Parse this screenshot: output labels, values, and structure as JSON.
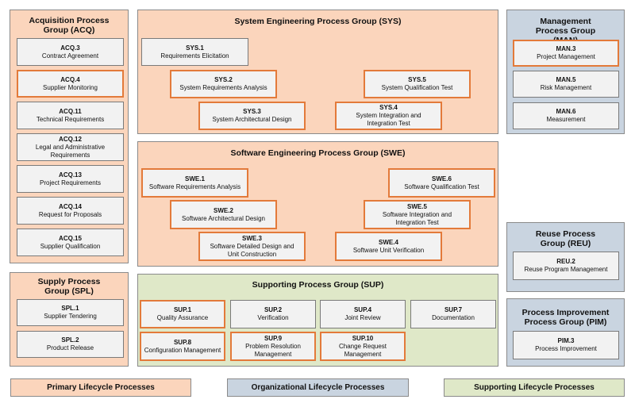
{
  "groups": {
    "acq": {
      "title": "Acquisition Process Group (ACQ)",
      "items": [
        {
          "id": "ACQ.3",
          "name": "Contract Agreement"
        },
        {
          "id": "ACQ.4",
          "name": "Supplier Monitoring"
        },
        {
          "id": "ACQ.11",
          "name": "Technical Requirements"
        },
        {
          "id": "ACQ.12",
          "name": "Legal and Administrative Requirements"
        },
        {
          "id": "ACQ.13",
          "name": "Project Requirements"
        },
        {
          "id": "ACQ.14",
          "name": "Request for Proposals"
        },
        {
          "id": "ACQ.15",
          "name": "Supplier Qualification"
        }
      ]
    },
    "spl": {
      "title": "Supply Process Group (SPL)",
      "items": [
        {
          "id": "SPL.1",
          "name": "Supplier Tendering"
        },
        {
          "id": "SPL.2",
          "name": "Product Release"
        }
      ]
    },
    "sys": {
      "title": "System Engineering Process Group (SYS)",
      "items": [
        {
          "id": "SYS.1",
          "name": "Requirements Elicitation"
        },
        {
          "id": "SYS.2",
          "name": "System Requirements Analysis"
        },
        {
          "id": "SYS.3",
          "name": "System Architectural Design"
        },
        {
          "id": "SYS.4",
          "name": "System Integration and Integration Test"
        },
        {
          "id": "SYS.5",
          "name": "System Qualification Test"
        }
      ]
    },
    "swe": {
      "title": "Software Engineering Process Group (SWE)",
      "items": [
        {
          "id": "SWE.1",
          "name": "Software Requirements Analysis"
        },
        {
          "id": "SWE.2",
          "name": "Software Architectural Design"
        },
        {
          "id": "SWE.3",
          "name": "Software Detailed Design and Unit Construction"
        },
        {
          "id": "SWE.4",
          "name": "Software Unit Verification"
        },
        {
          "id": "SWE.5",
          "name": "Software Integration and Integration Test"
        },
        {
          "id": "SWE.6",
          "name": "Software Qualification Test"
        }
      ]
    },
    "sup": {
      "title": "Supporting Process Group (SUP)",
      "items": [
        {
          "id": "SUP.1",
          "name": "Quality Assurance"
        },
        {
          "id": "SUP.2",
          "name": "Verification"
        },
        {
          "id": "SUP.4",
          "name": "Joint Review"
        },
        {
          "id": "SUP.7",
          "name": "Documentation"
        },
        {
          "id": "SUP.8",
          "name": "Configuration Management"
        },
        {
          "id": "SUP.9",
          "name": "Problem Resolution Management"
        },
        {
          "id": "SUP.10",
          "name": "Change Request Management"
        }
      ]
    },
    "man": {
      "title": "Management Process Group (MAN)",
      "items": [
        {
          "id": "MAN.3",
          "name": "Project Management"
        },
        {
          "id": "MAN.5",
          "name": "Risk Management"
        },
        {
          "id": "MAN.6",
          "name": "Measurement"
        }
      ]
    },
    "reu": {
      "title": "Reuse Process Group (REU)",
      "items": [
        {
          "id": "REU.2",
          "name": "Reuse Program Management"
        }
      ]
    },
    "pim": {
      "title": "Process Improvement Process Group (PIM)",
      "items": [
        {
          "id": "PIM.3",
          "name": "Process Improvement"
        }
      ]
    }
  },
  "legend": {
    "primary": "Primary Lifecycle Processes",
    "organizational": "Organizational Lifecycle Processes",
    "supporting": "Supporting Lifecycle Processes"
  },
  "colors": {
    "primary_bg": "#fbd5bc",
    "organizational_bg": "#c9d4e0",
    "supporting_bg": "#dfe8c8",
    "highlight_border": "#e37a3a"
  }
}
